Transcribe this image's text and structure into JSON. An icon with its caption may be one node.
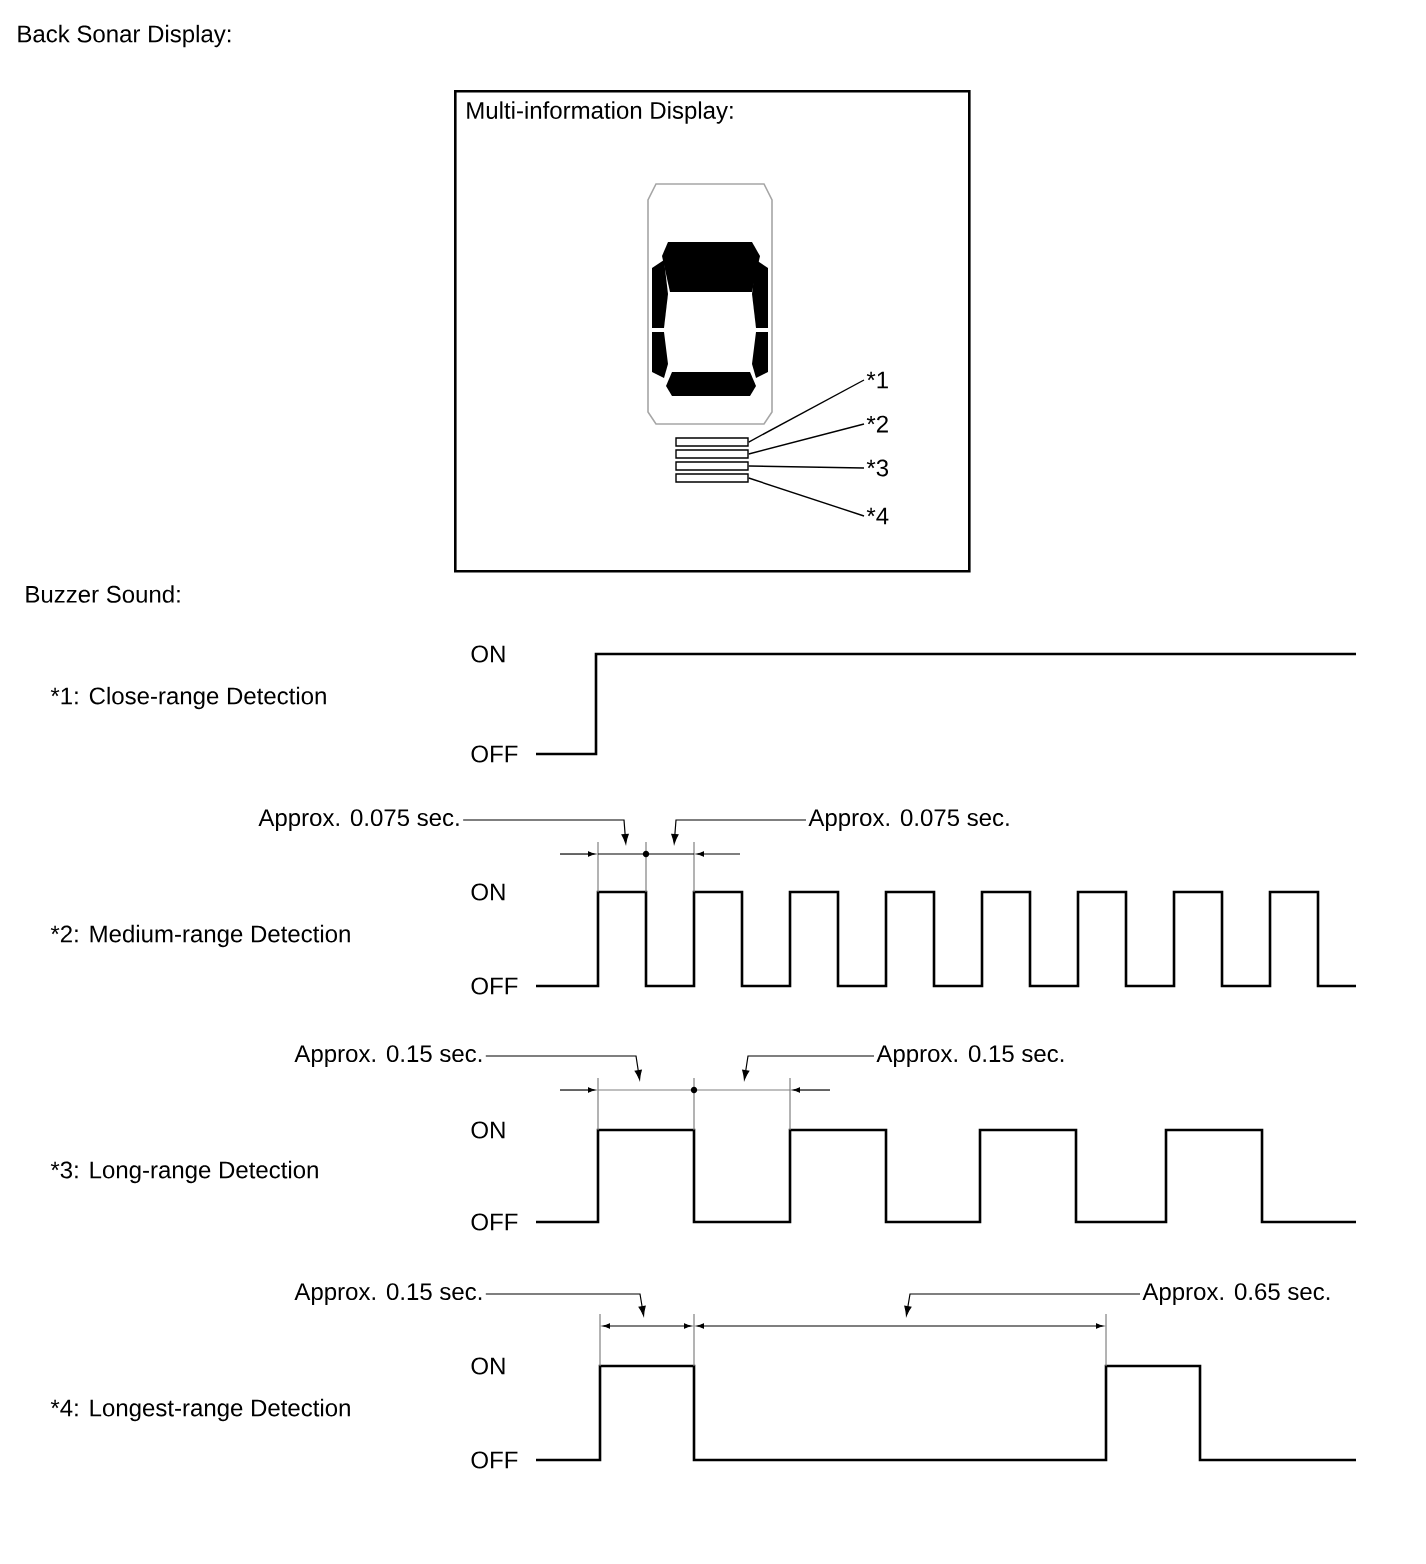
{
  "diagram": {
    "nodes": [
      {
        "text": [
          "Multi-information Display:"
        ]
      },
      {
        "text": [],
        "shape": "bar",
        "in": 0
      },
      {
        "text": [],
        "shape": "bar",
        "in": 0
      },
      {
        "text": [],
        "shape": "bar",
        "in": 0
      },
      {
        "text": [],
        "shape": "bar",
        "in": 0
      },
      {
        "text": [
          "*1"
        ],
        "in": 0
      },
      {
        "text": [
          "*2"
        ],
        "in": 0
      },
      {
        "text": [
          "*3"
        ],
        "in": 0
      },
      {
        "text": [
          "*4"
        ],
        "in": 0
      },
      {
        "text": [
          "Approx. 0.075 sec."
        ]
      },
      {
        "text": [
          "Approx. 0.075 sec."
        ]
      },
      {
        "text": [
          "Approx. 0.15 sec."
        ]
      },
      {
        "text": [
          "Approx. 0.15 sec."
        ]
      },
      {
        "text": [
          "Approx. 0.15 sec."
        ]
      },
      {
        "text": [
          "Approx. 0.65 sec."
        ]
      }
    ],
    "edges": [
      {
        "from": 5,
        "to": 1,
        "arrow": "none"
      },
      {
        "from": 6,
        "to": 2,
        "arrow": "none"
      },
      {
        "from": 7,
        "to": 3,
        "arrow": "none"
      },
      {
        "from": 8,
        "to": 4,
        "arrow": "none"
      },
      {
        "from": 9,
        "to": null,
        "arrow": "to"
      },
      {
        "from": 10,
        "to": null,
        "arrow": "to"
      },
      {
        "from": 11,
        "to": null,
        "arrow": "to"
      },
      {
        "from": 12,
        "to": null,
        "arrow": "to"
      },
      {
        "from": 13,
        "to": null,
        "arrow": "to"
      },
      {
        "from": 14,
        "to": null,
        "arrow": "to"
      }
    ],
    "labels": [
      "Back Sonar Display:",
      "Buzzer Sound:",
      "ON",
      "*1: Close-range Detection",
      "OFF",
      "ON",
      "*2: Medium-range Detection",
      "OFF",
      "ON",
      "*3: Long-range Detection",
      "OFF",
      "ON",
      "*4: Longest-range Detection",
      "OFF"
    ]
  }
}
